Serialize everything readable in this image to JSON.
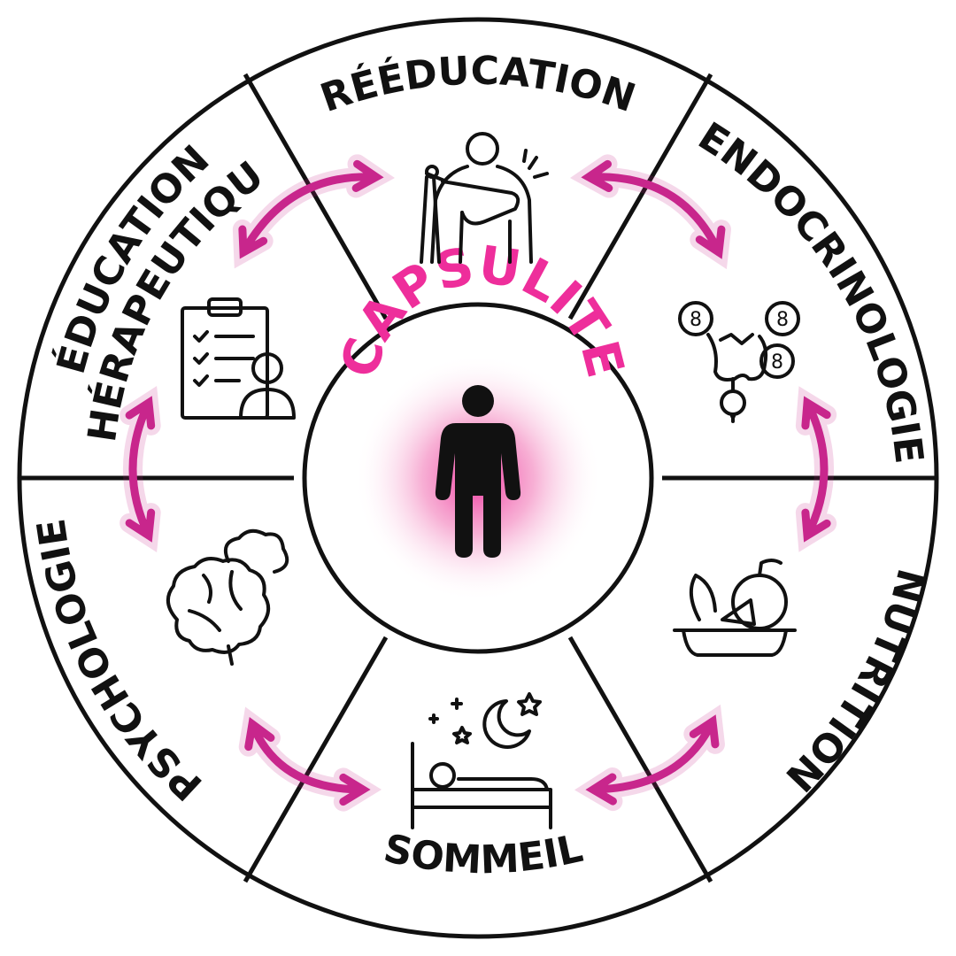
{
  "center": {
    "label": "CAPSULITE",
    "accent_color": "#ee2e9b",
    "icon": "person-icon"
  },
  "arrow_color": "#c8268c",
  "segments": [
    {
      "id": "reeducation",
      "label": "RÉÉDUCATION",
      "icon": "shoulder-pain-icon"
    },
    {
      "id": "endocrinologie",
      "label": "ENDOCRINOLOGIE",
      "icon": "thyroid-hormones-icon"
    },
    {
      "id": "nutrition",
      "label": "NUTRITION",
      "icon": "fruit-bowl-icon"
    },
    {
      "id": "sommeil",
      "label": "SOMMEIL",
      "icon": "sleeping-bed-icon"
    },
    {
      "id": "psychologie",
      "label": "PSYCHOLOGIE",
      "icon": "brain-thought-icon"
    },
    {
      "id": "education",
      "label_lines": [
        "ÉDUCATION",
        "THÉRAPEUTIQUE"
      ],
      "icon": "clipboard-checklist-icon"
    }
  ]
}
